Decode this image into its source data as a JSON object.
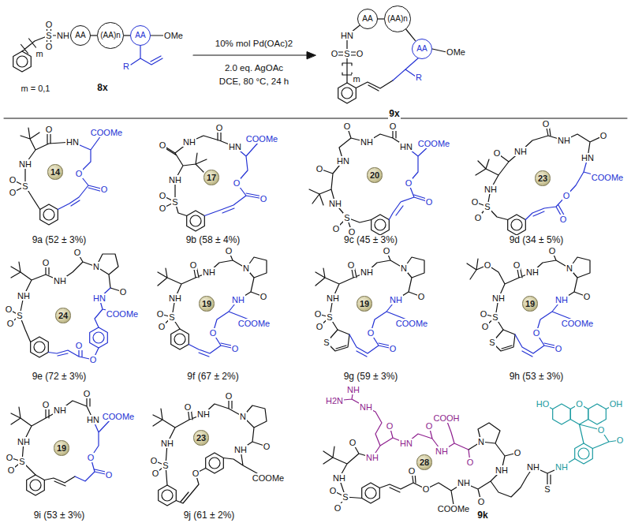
{
  "diagram": {
    "nodes": [
      {
        "text": [
          "AA"
        ]
      },
      {
        "text": [
          "(AA)n"
        ]
      },
      {
        "text": [
          "AA"
        ]
      },
      {
        "text": [
          "AA"
        ]
      },
      {
        "text": [
          "(AA)n"
        ]
      },
      {
        "text": [
          "AA"
        ]
      },
      {
        "text": [
          "14"
        ]
      },
      {
        "text": [
          "17"
        ]
      },
      {
        "text": [
          "20"
        ]
      },
      {
        "text": [
          "23"
        ]
      },
      {
        "text": [
          "24"
        ]
      },
      {
        "text": [
          "19"
        ]
      },
      {
        "text": [
          "19"
        ]
      },
      {
        "text": [
          "19"
        ]
      },
      {
        "text": [
          "19"
        ]
      },
      {
        "text": [
          "23"
        ]
      },
      {
        "text": [
          "28"
        ]
      }
    ],
    "edges": [
      {
        "from": 0,
        "to": 1,
        "arrow": "none"
      },
      {
        "from": 1,
        "to": 2,
        "arrow": "none"
      },
      {
        "from": 3,
        "to": 4,
        "arrow": "none"
      },
      {
        "from": 4,
        "to": 5,
        "arrow": "none"
      }
    ],
    "labels": [
      "m",
      "S",
      "O",
      "O",
      "NH",
      "OMe",
      "R",
      "m = 0,1",
      "8x",
      "10% mol Pd(OAc)2",
      "2.0 eq. AgOAc",
      "DCE, 80 °C, 24 h",
      "HN",
      "S",
      "O",
      "O",
      "m",
      "R",
      "OMe",
      "9x",
      "O",
      "HN",
      "COOMe",
      "NH",
      "S",
      "O",
      "O",
      "O",
      "O",
      "9a (52 ± 3%)",
      "O",
      "NH",
      "O",
      "HN",
      "COOMe",
      "NH",
      "S",
      "O",
      "O",
      "O",
      "O",
      "9b (58 ± 4%)",
      "O",
      "HN",
      "O",
      "NH",
      "O",
      "HN",
      "COOMe",
      "NH",
      "S",
      "O",
      "O",
      "O",
      "O",
      "9c (45 ± 3%)",
      "O",
      "NH",
      "O",
      "NH",
      "O",
      "HN",
      "COOMe",
      "NH",
      "S",
      "O",
      "O",
      "O",
      "O",
      "9d (34 ± 5%)",
      "NH",
      "O",
      "NH",
      "O",
      "N",
      "O",
      "HN",
      "COOMe",
      "O",
      "O",
      "S",
      "O",
      "O",
      "9e (72 ± 3%)",
      "O",
      "NH",
      "O",
      "N",
      "O",
      "NH",
      "COOMe",
      "O",
      "O",
      "NH",
      "S",
      "O",
      "O",
      "9f (67 ± 2%)",
      "O",
      "NH",
      "O",
      "N",
      "O",
      "NH",
      "COOMe",
      "O",
      "O",
      "NH",
      "S",
      "O",
      "O",
      "S",
      "9g (59 ± 3%)",
      "O",
      "O",
      "NH",
      "O",
      "N",
      "O",
      "NH",
      "COOMe",
      "O",
      "O",
      "NH",
      "S",
      "O",
      "O",
      "S",
      "9h (53 ± 3%)",
      "O",
      "NH",
      "O",
      "HN",
      "COOMe",
      "NH",
      "S",
      "O",
      "O",
      "O",
      "O",
      "9i (53 ± 3%)",
      "O",
      "NH",
      "O",
      "N",
      "O",
      "NH",
      "COOMe",
      "NH",
      "S",
      "O",
      "O",
      "O",
      "9j (61 ± 2%)",
      "H2N",
      "NH",
      "NH",
      "O",
      "HN",
      "O",
      "NH",
      "COOH",
      "O",
      "N",
      "O",
      "NH",
      "NH",
      "S",
      "NH",
      "HO",
      "O",
      "OH",
      "O",
      "O",
      "O",
      "NH",
      "COOMe",
      "O",
      "O",
      "NH",
      "O",
      "NH",
      "S",
      "O",
      "O",
      "9k"
    ]
  }
}
